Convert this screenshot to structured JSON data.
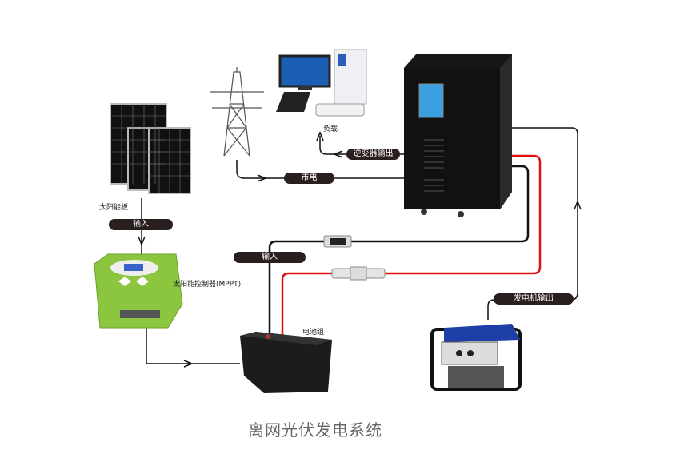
{
  "title": "离网光伏发电系统",
  "labels": {
    "solar_panel": "太阳能板",
    "controller": "太阳能控制器(MPPT)",
    "battery": "电池组",
    "load": "负载"
  },
  "pills": {
    "solar_input": "输入",
    "battery_input": "输入",
    "grid": "市电",
    "inverter_output": "逆变器输出",
    "generator_output": "发电机输出"
  },
  "colors": {
    "positive_wire": "#e01010",
    "negative_wire": "#111111",
    "controller": "#8cc63f",
    "generator": "#1e3fa8"
  }
}
